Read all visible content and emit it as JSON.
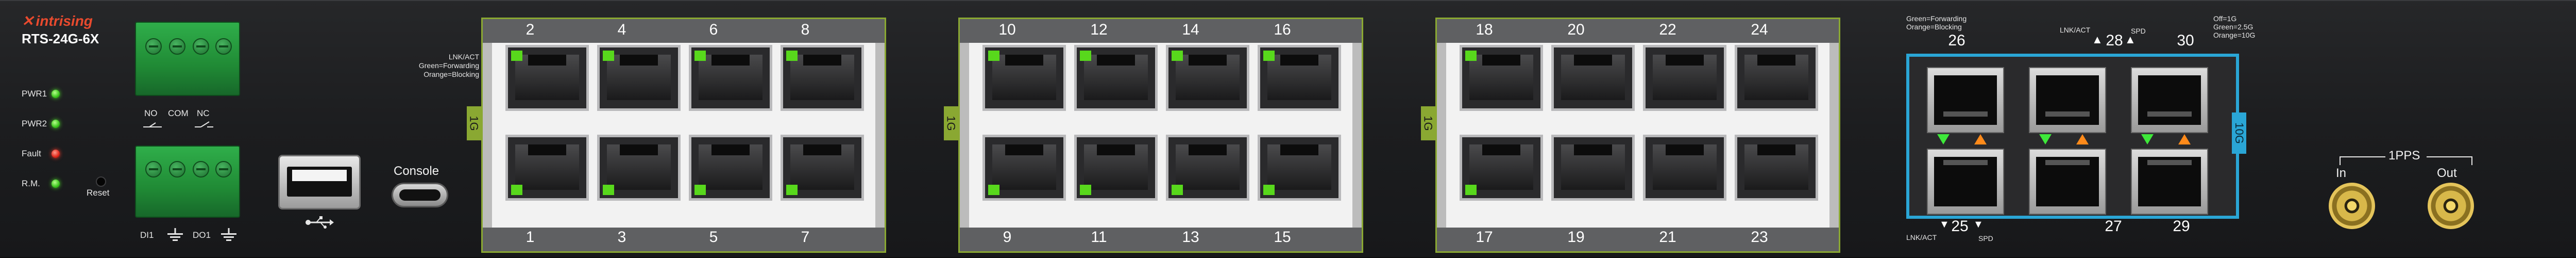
{
  "brand": {
    "name": "intrising",
    "model": "RTS-24G-6X"
  },
  "leds": [
    {
      "label": "PWR1",
      "color": "green"
    },
    {
      "label": "PWR2",
      "color": "green"
    },
    {
      "label": "Fault",
      "color": "red"
    },
    {
      "label": "R.M.",
      "color": "green"
    }
  ],
  "reset_label": "Reset",
  "relay": {
    "labels": [
      "NO",
      "COM",
      "NC"
    ]
  },
  "dio": {
    "labels": [
      "DI1",
      "DO1"
    ]
  },
  "console_label": "Console",
  "copper_legend": {
    "title": "LNK/ACT",
    "line1": "Green=Forwarding",
    "line2": "Orange=Blocking"
  },
  "speed_tag": "1G",
  "groups": [
    {
      "top": [
        "2",
        "4",
        "6",
        "8"
      ],
      "bottom": [
        "1",
        "3",
        "5",
        "7"
      ]
    },
    {
      "top": [
        "10",
        "12",
        "14",
        "16"
      ],
      "bottom": [
        "9",
        "11",
        "13",
        "15"
      ]
    },
    {
      "top": [
        "18",
        "20",
        "22",
        "24"
      ],
      "bottom": [
        "17",
        "19",
        "21",
        "23"
      ]
    }
  ],
  "sfp": {
    "tag": "10G",
    "top": [
      "26",
      "28",
      "30"
    ],
    "bottom": [
      "25",
      "27",
      "29"
    ],
    "legend_left": {
      "line1": "Green=Forwarding",
      "line2": "Orange=Blocking",
      "lnk": "LNK/ACT"
    },
    "legend_right": {
      "spd": "SPD",
      "line1": "Off=1G",
      "line2": "Green=2.5G",
      "line3": "Orange=10G"
    },
    "bottom_lnk": "LNK/ACT",
    "bottom_spd": "SPD"
  },
  "pps": {
    "title": "1PPS",
    "in": "In",
    "out": "Out"
  }
}
